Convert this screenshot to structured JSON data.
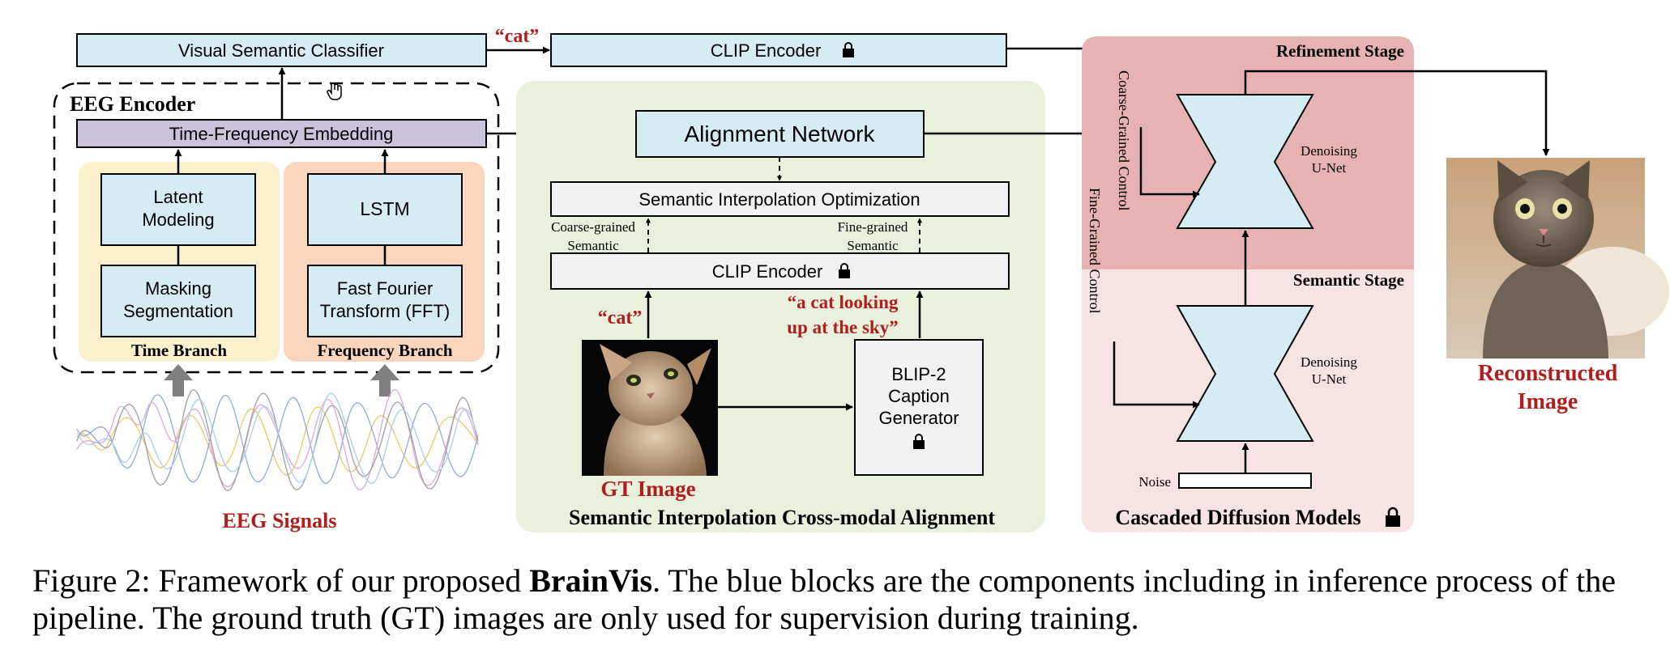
{
  "labels": {
    "visual_classifier": "Visual Semantic Classifier",
    "cat_quote_top": "“cat”",
    "clip_encoder_top": "CLIP Encoder",
    "eeg_encoder": "EEG Encoder",
    "tf_embedding": "Time-Frequency Embedding",
    "latent_modeling_1": "Latent",
    "latent_modeling_2": "Modeling",
    "masking_1": "Masking",
    "masking_2": "Segmentation",
    "lstm": "LSTM",
    "fft_1": "Fast Fourier",
    "fft_2": "Transform (FFT)",
    "time_branch": "Time Branch",
    "frequency_branch": "Frequency Branch",
    "eeg_signals": "EEG Signals",
    "alignment_network": "Alignment Network",
    "sio": "Semantic Interpolation Optimization",
    "coarse_1": "Coarse-grained",
    "coarse_2": "Semantic",
    "fine_1": "Fine-grained",
    "fine_2": "Semantic",
    "clip_encoder_mid": "CLIP Encoder",
    "cat_quote_mid": "“cat”",
    "caption_quote_1": "“a cat looking",
    "caption_quote_2": "up at the sky”",
    "blip_1": "BLIP-2",
    "blip_2": "Caption",
    "blip_3": "Generator",
    "gt_image": "GT Image",
    "sica": "Semantic Interpolation Cross-modal Alignment",
    "refinement_stage": "Refinement Stage",
    "semantic_stage": "Semantic Stage",
    "coarse_control": "Coarse-Grained Control",
    "fine_control": "Fine-Grained Control",
    "unet_top_1": "Denoising",
    "unet_top_2": "U-Net",
    "unet_bottom_1": "Denoising",
    "unet_bottom_2": "U-Net",
    "noise": "Noise",
    "cascaded": "Cascaded Diffusion Models",
    "reconstructed_1": "Reconstructed",
    "reconstructed_2": "Image"
  },
  "caption": {
    "prefix": "Figure 2: Framework of our proposed ",
    "bold": "BrainVis",
    "line1_rest": ". The blue blocks are the components including in inference process of the",
    "line2": "pipeline. The ground truth (GT) images are only used for supervision during training."
  },
  "colors": {
    "blue_block": "#d6ecf3",
    "purple_block": "#cbc3dc",
    "gray_block": "#f2f2f2",
    "time_branch_bg": "#fdf0cc",
    "freq_branch_bg": "#f9d6bd",
    "green_panel": "#e9f0dc",
    "refinement_bg": "#e6b3b2",
    "semantic_bg": "#f7e3e3",
    "red_text": "#b01e1e"
  }
}
